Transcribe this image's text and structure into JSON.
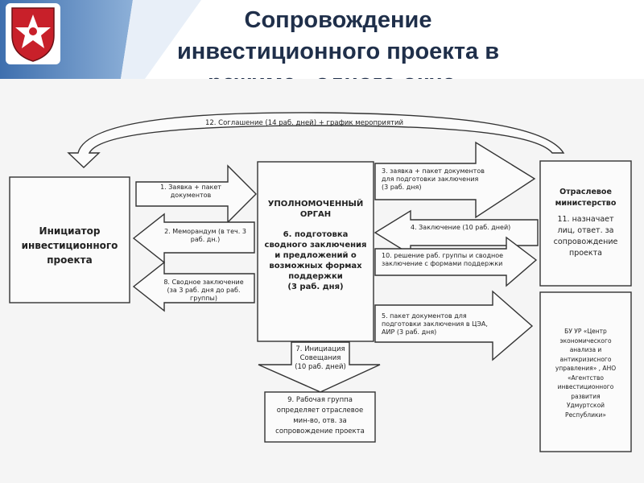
{
  "slide": {
    "title_line1": "Сопровождение",
    "title_line2": "инвестиционного проекта в",
    "title_line3": "режиме «одного окна»"
  },
  "diagram": {
    "top_arrow_label": "12. Соглашение (14 раб. дней) + график мероприятий",
    "initiator": {
      "line1": "Инициатор",
      "line2": "инвестиционного",
      "line3": "проекта"
    },
    "arrow1": {
      "line1": "1.   Заявка + пакет",
      "line2": "документов"
    },
    "arrow2": {
      "line1": "2. Меморандум (в теч. 3",
      "line2": "раб. дн.)"
    },
    "arrow8": {
      "line1": "8. Сводное заключение",
      "line2": "(за 3 раб. дня до раб.",
      "line3": "группы)"
    },
    "center": {
      "line1": "УПОЛНОМОЧЕННЫЙ",
      "line2": "ОРГАН",
      "line3": "6. подготовка",
      "line4": "сводного заключения",
      "line5": "и предложений о",
      "line6": "возможных формах",
      "line7": "поддержки",
      "line8": "(3 раб. дня)"
    },
    "arrow3": {
      "line1": "3. заявка + пакет документов",
      "line2": "для подготовки заключения",
      "line3": "(3 раб. дня)"
    },
    "arrow4": {
      "line1": "4. Заключение (10 раб. дней)"
    },
    "arrow10": {
      "line1": "10. решение раб. группы и сводное",
      "line2": "заключение с формами поддержки"
    },
    "arrow5": {
      "line1": "5. пакет документов для",
      "line2": "подготовки заключения в ЦЭА,",
      "line3": "АИР (3 раб. дня)"
    },
    "ministry": {
      "line1": "Отраслевое",
      "line2": "министерство",
      "line3": "11. назначает",
      "line4": "лиц, ответ. за",
      "line5": "сопровождение",
      "line6": "проекта"
    },
    "agencies": {
      "line1": "БУ УР «Центр",
      "line2": "экономического",
      "line3": "анализа и",
      "line4": "антикризисного",
      "line5": "управления» , АНО",
      "line6": "«Агентство",
      "line7": "инвестиционного",
      "line8": "развития",
      "line9": "Удмуртской",
      "line10": "Республики»"
    },
    "arrow7": {
      "line1": "7. Инициация",
      "line2": "Совещания",
      "line3": "(10 раб. дней)"
    },
    "working_group": {
      "line1": "9. Рабочая группа",
      "line2": "определяет отраслевое",
      "line3": "мин-во, отв. за",
      "line4": "сопровождение проекта"
    }
  },
  "colors": {
    "header_blue": "#4a7ab5",
    "title_text": "#1f2f4a",
    "emblem_red": "#c8202a"
  }
}
